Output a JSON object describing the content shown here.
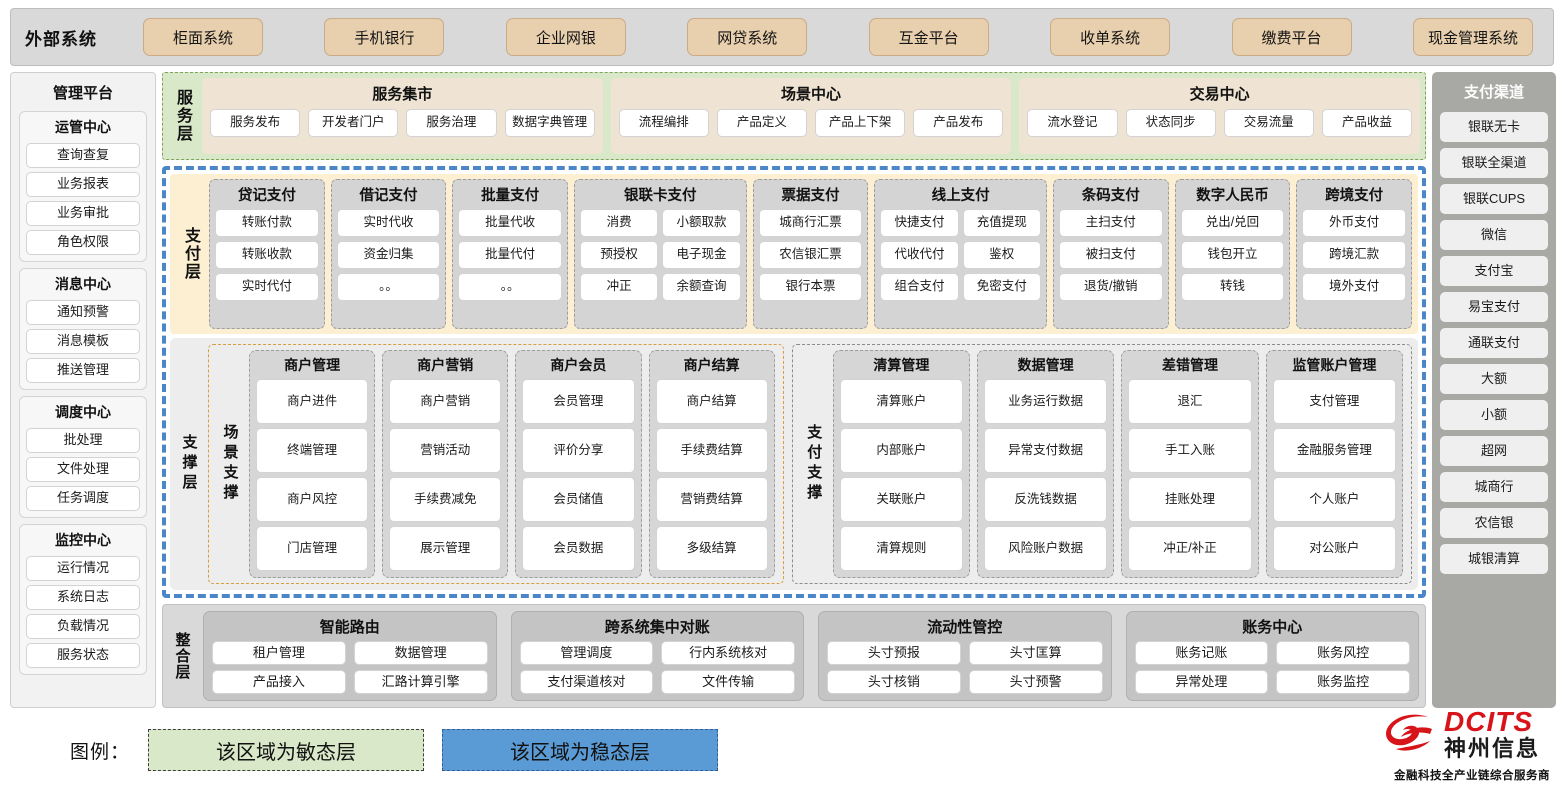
{
  "topbar": {
    "title": "外部系统",
    "systems": [
      "柜面系统",
      "手机银行",
      "企业网银",
      "网贷系统",
      "互金平台",
      "收单系统",
      "缴费平台",
      "现金管理系统"
    ]
  },
  "left_sidebar": {
    "title": "管理平台",
    "groups": [
      {
        "title": "运管中心",
        "items": [
          "查询查复",
          "业务报表",
          "业务审批",
          "角色权限"
        ]
      },
      {
        "title": "消息中心",
        "items": [
          "通知预警",
          "消息模板",
          "推送管理"
        ]
      },
      {
        "title": "调度中心",
        "items": [
          "批处理",
          "文件处理",
          "任务调度"
        ]
      },
      {
        "title": "监控中心",
        "items": [
          "运行情况",
          "系统日志",
          "负载情况",
          "服务状态"
        ]
      }
    ]
  },
  "right_sidebar": {
    "title": "支付渠道",
    "items": [
      "银联无卡",
      "银联全渠道",
      "银联CUPS",
      "微信",
      "支付宝",
      "易宝支付",
      "通联支付",
      "大额",
      "小额",
      "超网",
      "城商行",
      "农信银",
      "城银清算"
    ]
  },
  "service_layer": {
    "label": "服务层",
    "cards": [
      {
        "title": "服务集市",
        "items": [
          "服务发布",
          "开发者门户",
          "服务治理",
          "数据字典管理"
        ]
      },
      {
        "title": "场景中心",
        "items": [
          "流程编排",
          "产品定义",
          "产品上下架",
          "产品发布"
        ]
      },
      {
        "title": "交易中心",
        "items": [
          "流水登记",
          "状态同步",
          "交易流量",
          "产品收益"
        ]
      }
    ]
  },
  "payment_layer": {
    "label": "支付层",
    "cards": [
      {
        "title": "贷记支付",
        "cols": 1,
        "items": [
          "转账付款",
          "转账收款",
          "实时代付"
        ]
      },
      {
        "title": "借记支付",
        "cols": 1,
        "items": [
          "实时代收",
          "资金归集",
          "。。"
        ]
      },
      {
        "title": "批量支付",
        "cols": 1,
        "items": [
          "批量代收",
          "批量代付",
          "。。"
        ]
      },
      {
        "title": "银联卡支付",
        "cols": 2,
        "items": [
          "消费",
          "小额取款",
          "预授权",
          "电子现金",
          "冲正",
          "余额查询"
        ]
      },
      {
        "title": "票据支付",
        "cols": 1,
        "items": [
          "城商行汇票",
          "农信银汇票",
          "银行本票"
        ]
      },
      {
        "title": "线上支付",
        "cols": 2,
        "items": [
          "快捷支付",
          "充值提现",
          "代收代付",
          "鉴权",
          "组合支付",
          "免密支付"
        ]
      },
      {
        "title": "条码支付",
        "cols": 1,
        "items": [
          "主扫支付",
          "被扫支付",
          "退货/撤销"
        ]
      },
      {
        "title": "数字人民币",
        "cols": 1,
        "items": [
          "兑出/兑回",
          "钱包开立",
          "转钱"
        ]
      },
      {
        "title": "跨境支付",
        "cols": 1,
        "items": [
          "外币支付",
          "跨境汇款",
          "境外支付"
        ]
      }
    ]
  },
  "support_layer": {
    "label": "支撑层",
    "blocks": [
      {
        "label": "场景支撑",
        "cards": [
          {
            "title": "商户管理",
            "items": [
              "商户进件",
              "终端管理",
              "商户风控",
              "门店管理"
            ]
          },
          {
            "title": "商户营销",
            "items": [
              "商户营销",
              "营销活动",
              "手续费减免",
              "展示管理"
            ]
          },
          {
            "title": "商户会员",
            "items": [
              "会员管理",
              "评价分享",
              "会员储值",
              "会员数据"
            ]
          },
          {
            "title": "商户结算",
            "items": [
              "商户结算",
              "手续费结算",
              "营销费结算",
              "多级结算"
            ]
          }
        ]
      },
      {
        "label": "支付支撑",
        "cards": [
          {
            "title": "清算管理",
            "items": [
              "清算账户",
              "内部账户",
              "关联账户",
              "清算规则"
            ]
          },
          {
            "title": "数据管理",
            "items": [
              "业务运行数据",
              "异常支付数据",
              "反洗钱数据",
              "风险账户数据"
            ]
          },
          {
            "title": "差错管理",
            "items": [
              "退汇",
              "手工入账",
              "挂账处理",
              "冲正/补正"
            ]
          },
          {
            "title": "监管账户管理",
            "items": [
              "支付管理",
              "金融服务管理",
              "个人账户",
              "对公账户"
            ]
          }
        ]
      }
    ]
  },
  "integration_layer": {
    "label": "整合层",
    "cards": [
      {
        "title": "智能路由",
        "items": [
          "租户管理",
          "数据管理",
          "产品接入",
          "汇路计算引擎"
        ]
      },
      {
        "title": "跨系统集中对账",
        "items": [
          "管理调度",
          "行内系统核对",
          "支付渠道核对",
          "文件传输"
        ]
      },
      {
        "title": "流动性管控",
        "items": [
          "头寸预报",
          "头寸匡算",
          "头寸核销",
          "头寸预警"
        ]
      },
      {
        "title": "账务中心",
        "items": [
          "账务记账",
          "账务风控",
          "异常处理",
          "账务监控"
        ]
      }
    ]
  },
  "legend": {
    "label": "图例：",
    "agile": "该区域为敏态层",
    "stable": "该区域为稳态层",
    "agile_color": "#d8e8c8",
    "stable_color": "#5b9bd5"
  },
  "logo": {
    "brand": "DCITS",
    "brand_cn": "神州信息",
    "tagline": "金融科技全产业链综合服务商",
    "brand_color": "#d7141a"
  }
}
